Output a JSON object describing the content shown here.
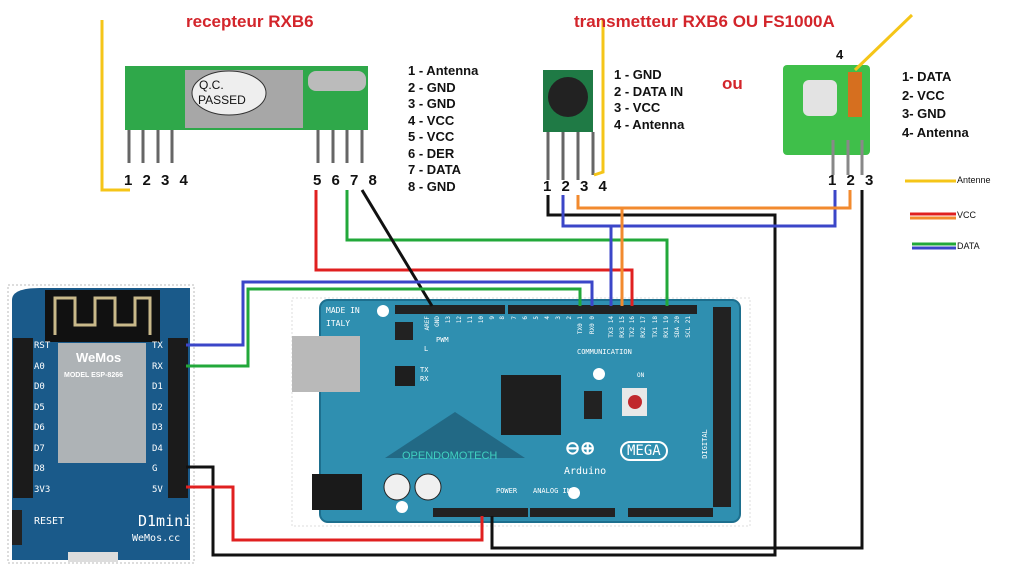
{
  "receiver": {
    "title": "recepteur RXB6",
    "label_qc": "Q.C.",
    "label_passed": "PASSED",
    "pins_left": "1 2 3 4",
    "pins_right": "5 6 7 8",
    "pinout": [
      "1 - Antenna",
      "2 - GND",
      "3 - GND",
      "4 - VCC",
      "5 - VCC",
      "6 - DER",
      "7 - DATA",
      "8 - GND"
    ]
  },
  "transmitter": {
    "title": "transmetteur RXB6 OU FS1000A",
    "pins": "1 2 3 4",
    "pinout": [
      "1 - GND",
      "2 - DATA IN",
      "3 - VCC",
      "4 - Antenna"
    ]
  },
  "or_label": "ou",
  "fs1000a": {
    "antenna_pin": "4",
    "pins": "1 2 3",
    "pinout": [
      "1- DATA",
      "2- VCC",
      "3- GND",
      "4- Antenna"
    ]
  },
  "legend": [
    {
      "label": "Antenne",
      "colors": [
        "#f5c518"
      ]
    },
    {
      "label": "VCC",
      "colors": [
        "#e02020",
        "#f28a2e"
      ]
    },
    {
      "label": "DATA",
      "colors": [
        "#22a83a",
        "#3b46c8"
      ]
    }
  ],
  "wemos": {
    "left_pins": [
      "RST",
      "A0",
      "D0",
      "D5",
      "D6",
      "D7",
      "D8",
      "3V3"
    ],
    "right_pins": [
      "TX",
      "RX",
      "D1",
      "D2",
      "D3",
      "D4",
      "G",
      "5V"
    ],
    "reset": "RESET",
    "name": "D1mini",
    "site": "WeMos.cc",
    "module_brand": "WeMos",
    "module_text": "MODEL ESP-8266"
  },
  "arduino": {
    "made_in": "MADE IN",
    "italy": "ITALY",
    "pwm": "PWM",
    "communication": "COMMUNICATION",
    "power": "POWER",
    "analog_in": "ANALOG IN",
    "digital": "DIGITAL",
    "brand": "Arduino",
    "model": "MEGA",
    "watermark": "OPENDOMOTECH",
    "led_l": "L",
    "led_tx": "TX",
    "led_rx": "RX",
    "led_on": "ON",
    "top_pins_a": [
      "AREF",
      "GND",
      "13",
      "12",
      "11",
      "10",
      "9",
      "8"
    ],
    "top_pins_b": [
      "7",
      "6",
      "5",
      "4",
      "3",
      "2",
      "TX0 1",
      "RX0 0"
    ],
    "top_pins_c": [
      "TX3 14",
      "RX3 15",
      "TX2 16",
      "RX2 17",
      "TX1 18",
      "RX1 19",
      "SDA 20",
      "SCL 21"
    ],
    "colors": {
      "board": "#2f8fb0",
      "edge": "#1d6f8e"
    }
  },
  "wire_colors": {
    "red": "#e02020",
    "black": "#111111",
    "green": "#22a83a",
    "blue": "#3b46c8",
    "orange": "#f28a2e",
    "yellow": "#f5c518"
  }
}
